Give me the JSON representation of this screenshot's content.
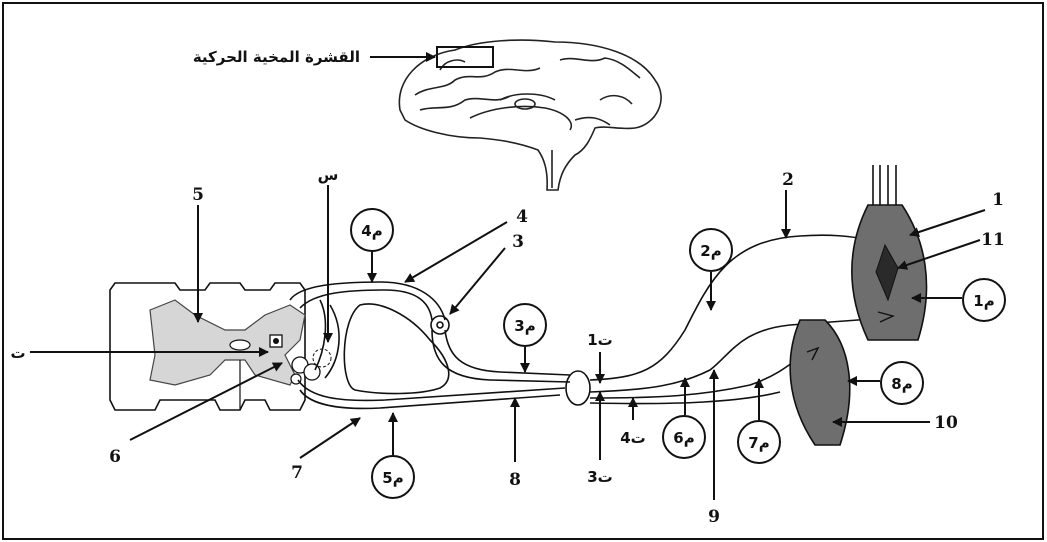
{
  "brain_caption": "القشرة المخية الحركية",
  "numbers": {
    "n1": "1",
    "n2": "2",
    "n3": "3",
    "n4": "4",
    "n5": "5",
    "n6": "6",
    "n7": "7",
    "n8": "8",
    "n9": "9",
    "n10": "10",
    "n11": "11"
  },
  "circles": {
    "m1": "م1",
    "m2": "م2",
    "m3": "م3",
    "m4": "م4",
    "m5": "م5",
    "m6": "م6",
    "m7": "م7",
    "m8": "م8"
  },
  "points": {
    "s": "س",
    "t": "ت",
    "t1": "ت1",
    "t3": "ت3",
    "t4": "ت4"
  },
  "colors": {
    "ink": "#111111",
    "gray_matter": "#d6d6d6",
    "muscle": "#6e6e6e",
    "muscle_dark": "#3a3a3a"
  }
}
